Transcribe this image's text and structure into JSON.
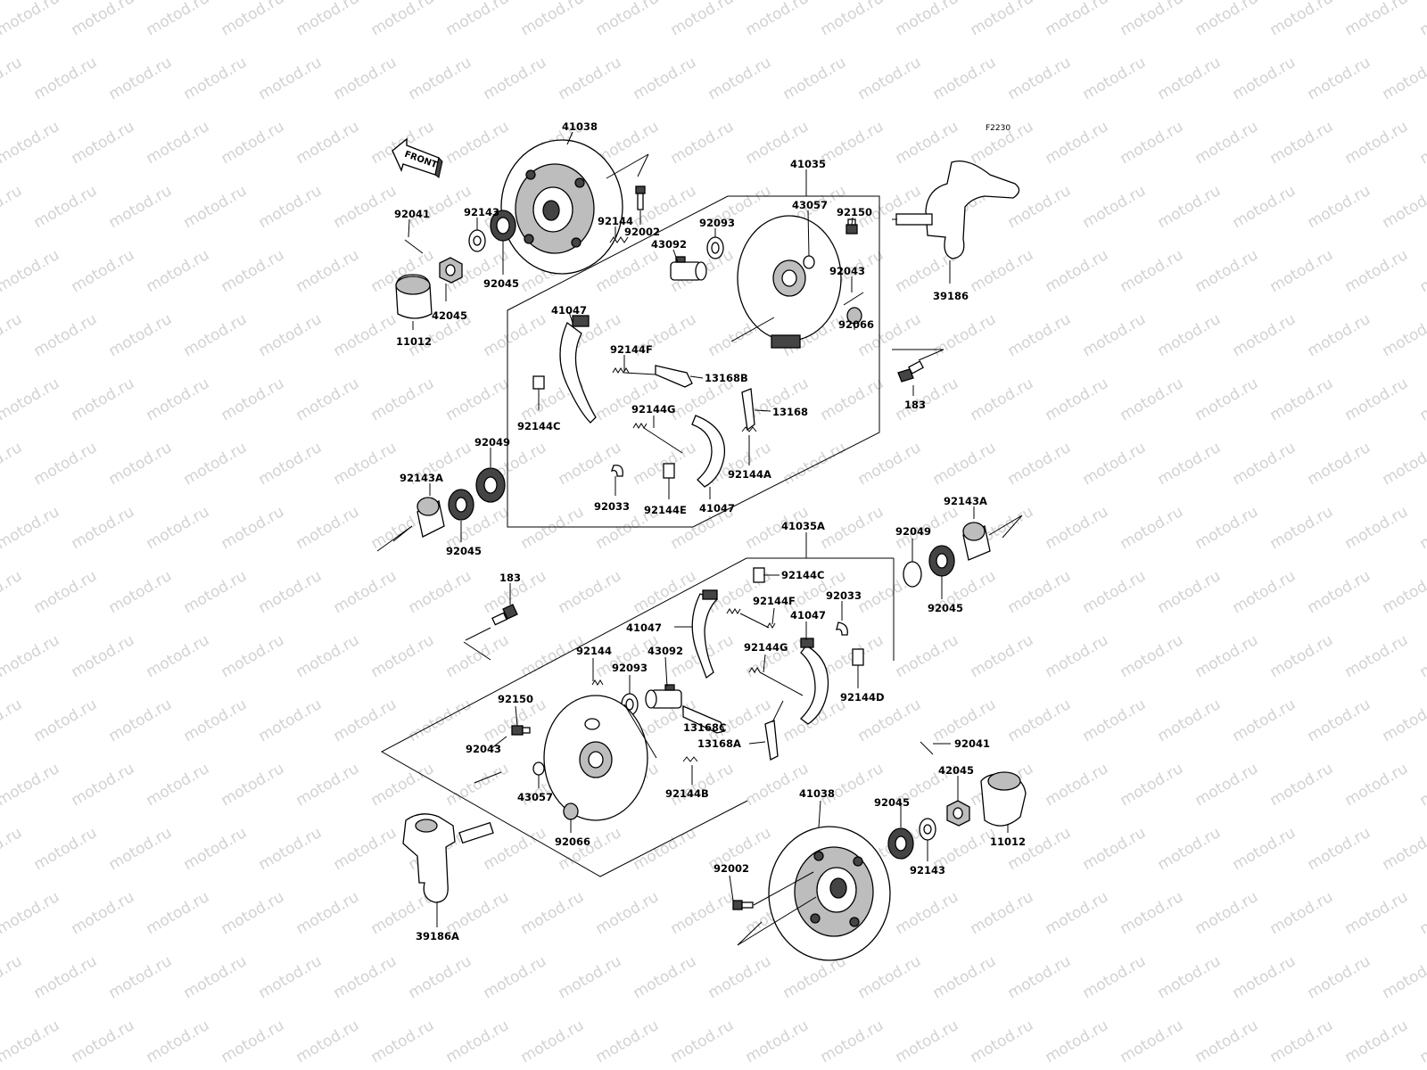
{
  "figure_code": "F2230",
  "front_label": "FRONT",
  "watermark_text": "motod.ru",
  "part_labels": [
    {
      "id": "upper-41038",
      "text": "41038"
    },
    {
      "id": "upper-92041",
      "text": "92041"
    },
    {
      "id": "upper-92143",
      "text": "92143"
    },
    {
      "id": "upper-92045-a",
      "text": "92045"
    },
    {
      "id": "upper-42045",
      "text": "42045"
    },
    {
      "id": "upper-11012",
      "text": "11012"
    },
    {
      "id": "upper-92002",
      "text": "92002"
    },
    {
      "id": "upper-41035",
      "text": "41035"
    },
    {
      "id": "upper-43057",
      "text": "43057"
    },
    {
      "id": "upper-92150",
      "text": "92150"
    },
    {
      "id": "upper-92043",
      "text": "92043"
    },
    {
      "id": "upper-92066",
      "text": "92066"
    },
    {
      "id": "upper-39186",
      "text": "39186"
    },
    {
      "id": "upper-183",
      "text": "183"
    },
    {
      "id": "upper-92093",
      "text": "92093"
    },
    {
      "id": "upper-92144",
      "text": "92144"
    },
    {
      "id": "upper-43092",
      "text": "43092"
    },
    {
      "id": "upper-41047-a",
      "text": "41047"
    },
    {
      "id": "upper-92144f",
      "text": "92144F"
    },
    {
      "id": "upper-13168b",
      "text": "13168B"
    },
    {
      "id": "upper-92144g",
      "text": "92144G"
    },
    {
      "id": "upper-13168",
      "text": "13168"
    },
    {
      "id": "upper-92144c",
      "text": "92144C"
    },
    {
      "id": "upper-92144a",
      "text": "92144A"
    },
    {
      "id": "upper-92033",
      "text": "92033"
    },
    {
      "id": "upper-92144e",
      "text": "92144E"
    },
    {
      "id": "upper-41047-b",
      "text": "41047"
    },
    {
      "id": "upper-92049",
      "text": "92049"
    },
    {
      "id": "upper-92143a",
      "text": "92143A"
    },
    {
      "id": "upper-92045-b",
      "text": "92045"
    },
    {
      "id": "lower-41035a",
      "text": "41035A"
    },
    {
      "id": "lower-92143a",
      "text": "92143A"
    },
    {
      "id": "lower-92049",
      "text": "92049"
    },
    {
      "id": "lower-92045-a",
      "text": "92045"
    },
    {
      "id": "lower-183",
      "text": "183"
    },
    {
      "id": "lower-92144c",
      "text": "92144C"
    },
    {
      "id": "lower-92144f",
      "text": "92144F"
    },
    {
      "id": "lower-92033",
      "text": "92033"
    },
    {
      "id": "lower-41047-a",
      "text": "41047"
    },
    {
      "id": "lower-41047-b",
      "text": "41047"
    },
    {
      "id": "lower-92144",
      "text": "92144"
    },
    {
      "id": "lower-43092",
      "text": "43092"
    },
    {
      "id": "lower-92144g",
      "text": "92144G"
    },
    {
      "id": "lower-92093",
      "text": "92093"
    },
    {
      "id": "lower-92144d",
      "text": "92144D"
    },
    {
      "id": "lower-92150",
      "text": "92150"
    },
    {
      "id": "lower-13168c",
      "text": "13168C"
    },
    {
      "id": "lower-13168a",
      "text": "13168A"
    },
    {
      "id": "lower-92043",
      "text": "92043"
    },
    {
      "id": "lower-92041",
      "text": "92041"
    },
    {
      "id": "lower-43057",
      "text": "43057"
    },
    {
      "id": "lower-92144b",
      "text": "92144B"
    },
    {
      "id": "lower-41038",
      "text": "41038"
    },
    {
      "id": "lower-92045-b",
      "text": "92045"
    },
    {
      "id": "lower-42045",
      "text": "42045"
    },
    {
      "id": "lower-11012",
      "text": "11012"
    },
    {
      "id": "lower-92066",
      "text": "92066"
    },
    {
      "id": "lower-92002",
      "text": "92002"
    },
    {
      "id": "lower-92143",
      "text": "92143"
    },
    {
      "id": "lower-39186a",
      "text": "39186A"
    }
  ]
}
